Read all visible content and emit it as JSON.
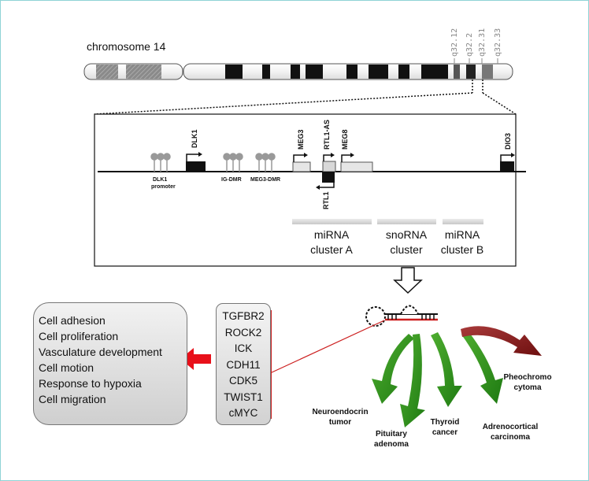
{
  "chromosome": {
    "label": "chromosome 14",
    "bands": [
      "q32.12",
      "q32.2",
      "q32.31",
      "q32.33"
    ]
  },
  "locus": {
    "genes": {
      "dlk1": "DLK1",
      "meg3": "MEG3",
      "rtl1_as": "RTL1-AS",
      "meg8": "MEG8",
      "dio3": "DIO3",
      "rtl1": "RTL1"
    },
    "elements": {
      "dlk1_promoter_line1": "DLK1",
      "dlk1_promoter_line2": "promoter",
      "ig_dmr": "IG-DMR",
      "meg3_dmr": "MEG3-DMR"
    },
    "clusters": [
      {
        "line1": "miRNA",
        "line2": "cluster A"
      },
      {
        "line1": "snoRNA",
        "line2": "cluster"
      },
      {
        "line1": "miRNA",
        "line2": "cluster B"
      }
    ]
  },
  "functions": [
    "Cell adhesion",
    "Cell proliferation",
    "Vasculature development",
    "Cell motion",
    "Response to hypoxia",
    "Cell migration"
  ],
  "targets": [
    "TGFBR2",
    "ROCK2",
    "ICK",
    "CDH11",
    "CDK5",
    "TWIST1",
    "cMYC"
  ],
  "tumors": {
    "neuroendocrine": {
      "line1": "Neuroendocrin",
      "line2": "tumor"
    },
    "pituitary": {
      "line1": "Pituitary",
      "line2": "adenoma"
    },
    "thyroid": {
      "line1": "Thyroid",
      "line2": "cancer"
    },
    "adrenocortical": {
      "line1": "Adrenocortical",
      "line2": "carcinoma"
    },
    "pheochromocytoma": {
      "line1": "Pheochromo",
      "line2": "cytoma"
    }
  },
  "colors": {
    "down_arrow": "#2e8b1e",
    "up_arrow": "#8b1a1a",
    "red_arrow": "#e8101a",
    "target_line": "#cc1f1f"
  }
}
